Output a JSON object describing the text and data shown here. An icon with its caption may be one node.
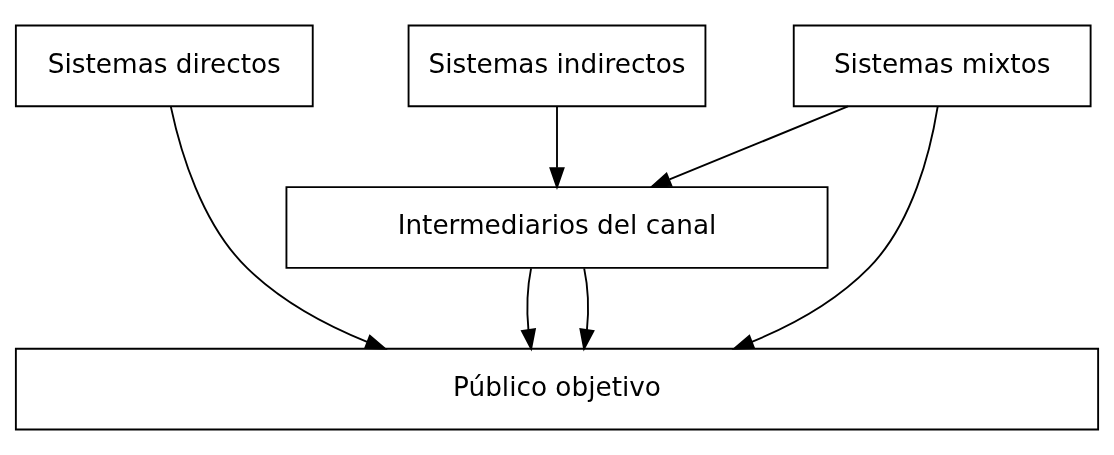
{
  "diagram": {
    "nodes": [
      {
        "text": [
          "Sistemas directos"
        ]
      },
      {
        "text": [
          "Sistemas mixtos"
        ]
      },
      {
        "text": [
          "Sistemas indirectos"
        ]
      },
      {
        "text": [
          "Intermediarios del canal"
        ]
      },
      {
        "text": [
          "Público objetivo"
        ]
      }
    ],
    "edges": [
      {
        "from": 0,
        "to": 4,
        "arrow": "to"
      },
      {
        "from": 1,
        "to": 4,
        "arrow": "to"
      },
      {
        "from": 1,
        "to": 3,
        "arrow": "to"
      },
      {
        "from": 2,
        "to": 3,
        "arrow": "to"
      },
      {
        "from": 3,
        "to": 4,
        "arrow": "to"
      },
      {
        "from": 3,
        "to": 4,
        "arrow": "to"
      }
    ]
  }
}
